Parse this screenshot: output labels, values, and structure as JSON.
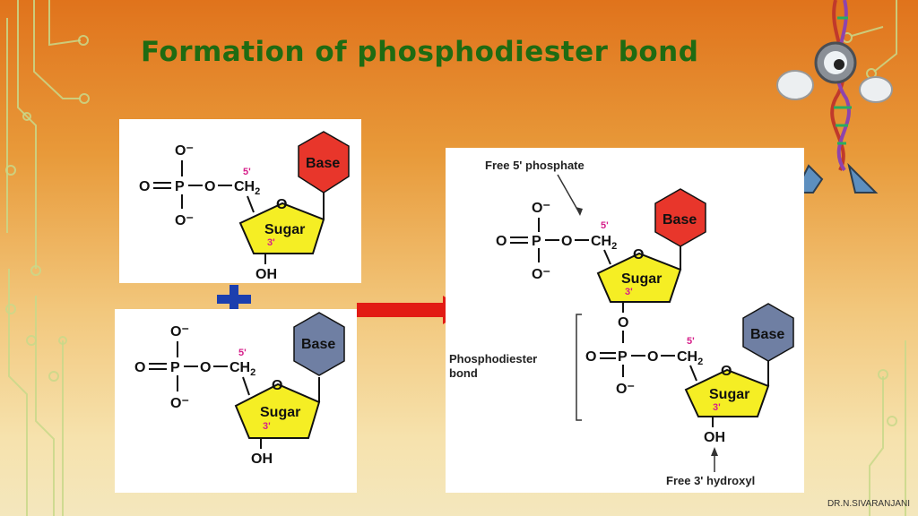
{
  "slide": {
    "title": "Formation of phosphodiester bond",
    "credit": "DR.N.SIVARANJANI"
  },
  "molecule": {
    "phosphate_o_top": "O⁻",
    "phosphate_o_left": "O",
    "phosphate_p": "P",
    "phosphate_o_right": "O",
    "phosphate_o_bottom": "O⁻",
    "ch2": "CH",
    "ch2_sub": "2",
    "ring_o": "O",
    "sugar": "Sugar",
    "prime5": "5'",
    "prime3": "3'",
    "base": "Base",
    "oh": "OH",
    "linking_o": "O"
  },
  "labels": {
    "free_5_phosphate": "Free 5' phosphate",
    "phosphodiester_line1": "Phosphodiester",
    "phosphodiester_line2": "bond",
    "free_3_hydroxyl": "Free 3' hydroxyl"
  },
  "colors": {
    "title": "#1f6b12",
    "base_red": "#e8362b",
    "base_gray": "#6f7fa3",
    "sugar_yellow": "#f5ee24",
    "prime_magenta": "#d61f8a",
    "plus_blue": "#1c3fae",
    "arrow_red": "#e21b14"
  }
}
